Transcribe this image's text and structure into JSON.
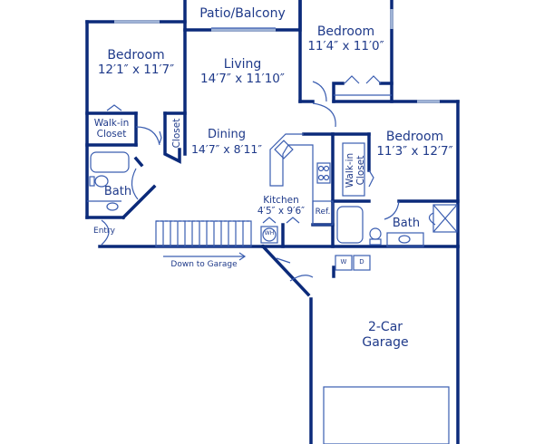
{
  "colors": {
    "wall": "#0b2a7a",
    "fixture": "#3a5db0",
    "window": "#9fb3d6",
    "label": "#1f3a8a",
    "background": "#ffffff"
  },
  "rooms": {
    "patio": {
      "name": "Patio/Balcony"
    },
    "bedroom_left": {
      "name": "Bedroom",
      "dims": "12′1″ x 11′7″"
    },
    "living": {
      "name": "Living",
      "dims": "14′7″ x 11′10″"
    },
    "bedroom_top_right": {
      "name": "Bedroom",
      "dims": "11′4″ x 11′0″"
    },
    "bedroom_right": {
      "name": "Bedroom",
      "dims": "11′3″ x 12′7″"
    },
    "dining": {
      "name": "Dining",
      "dims": "14′7″ x 8′11″"
    },
    "kitchen": {
      "name": "Kitchen",
      "dims": "4′5″ x 9′6″"
    },
    "walkin_left": {
      "name_line1": "Walk-in",
      "name_line2": "Closet"
    },
    "closet_left": {
      "name": "Closet"
    },
    "walkin_right": {
      "name_line1": "Walk-in",
      "name_line2": "Closet"
    },
    "bath_left": {
      "name": "Bath"
    },
    "bath_right": {
      "name": "Bath"
    },
    "garage": {
      "name_line1": "2-Car",
      "name_line2": "Garage"
    }
  },
  "fixtures": {
    "refrigerator": "Ref.",
    "water_heater": "WH",
    "washer": "W",
    "dryer": "D"
  },
  "annotations": {
    "entry": "Entry",
    "stairs": "Down to Garage"
  }
}
